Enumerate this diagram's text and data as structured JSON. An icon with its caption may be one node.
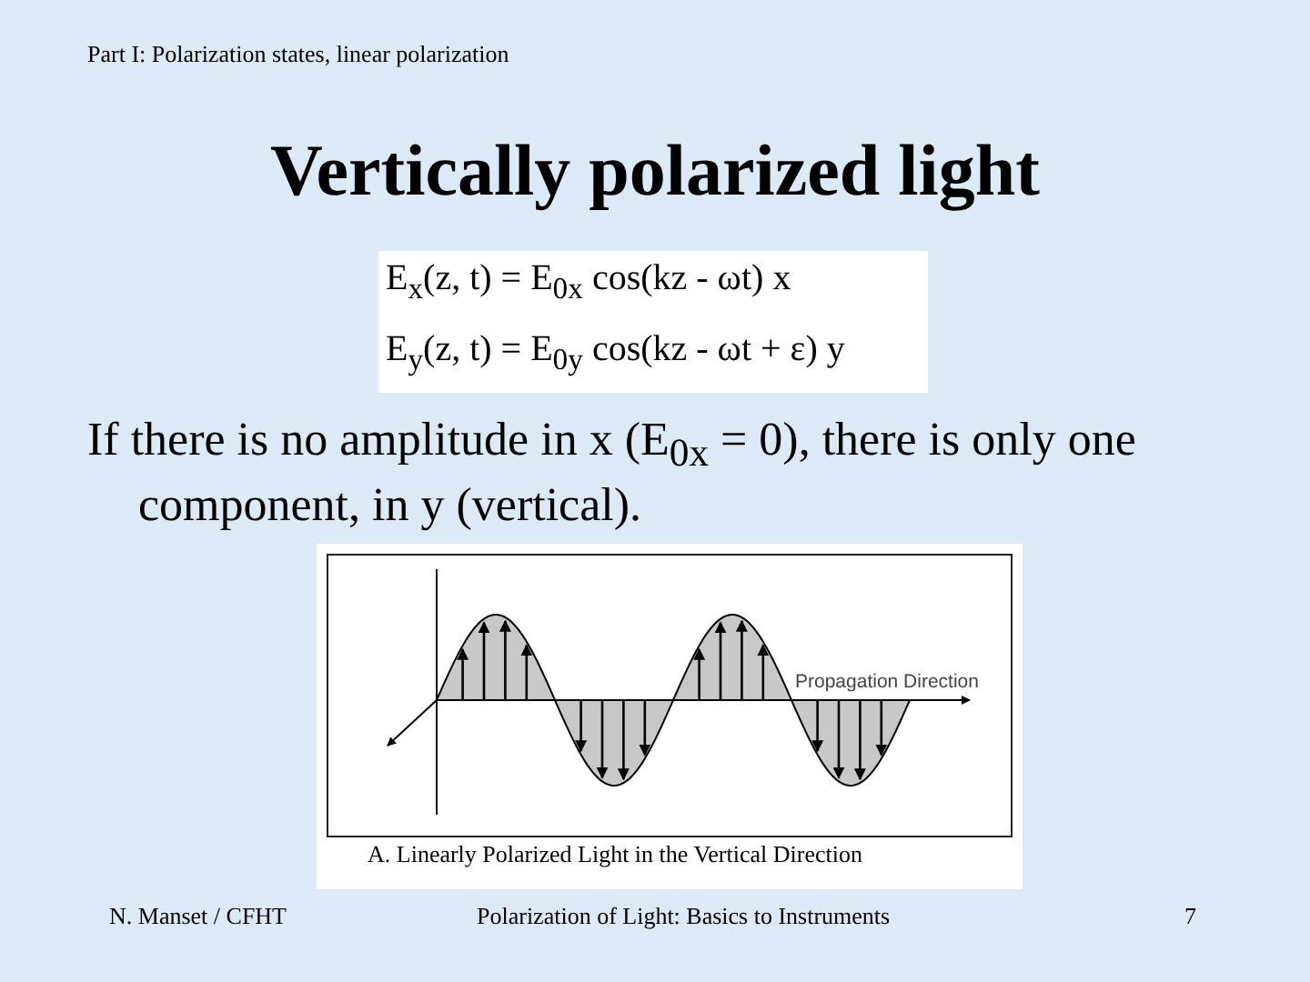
{
  "diagram": {
    "title": "Vertically polarized light",
    "labels": [
      "Part I: Polarization states, linear polarization",
      "E$_{x}$(z, t) = E$_{0x}$ cos(kz - ωt) x",
      "E$_{y}$(z, t) = E$_{0y}$ cos(kz - ωt + ε) y",
      "If there is no amplitude in x (E$_{0x}$ = 0), there is only one component, in y (vertical).",
      "Propagation Direction",
      "A. Linearly Polarized Light in the Vertical Direction",
      "N. Manset / CFHT",
      "Polarization of Light: Basics to Instruments",
      "7"
    ]
  }
}
